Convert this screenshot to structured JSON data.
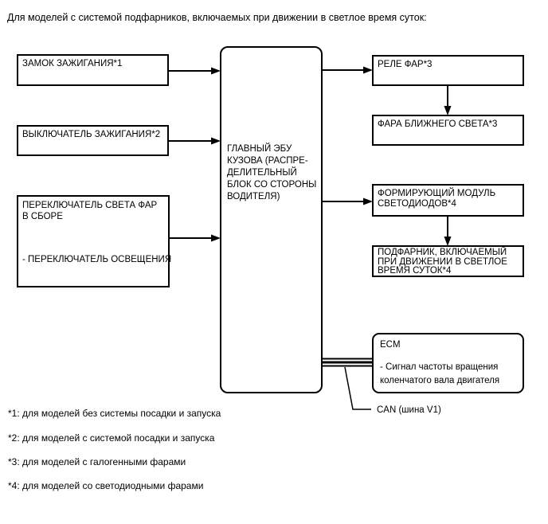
{
  "page": {
    "title": "Для моделей с системой подфарников, включаемых при движении в светлое время суток:"
  },
  "colors": {
    "line": "#000000",
    "background": "#ffffff",
    "text": "#000000"
  },
  "diagram": {
    "left_boxes": [
      {
        "label": "ЗАМОК ЗАЖИГАНИЯ*1"
      },
      {
        "label": "ВЫКЛЮЧАТЕЛЬ ЗАЖИГАНИЯ*2"
      },
      {
        "label": "ПЕРЕКЛЮЧАТЕЛЬ СВЕТА ФАР\nВ СБОРЕ",
        "sublabel": "- ПЕРЕКЛЮЧАТЕЛЬ ОСВЕЩЕНИЯ"
      }
    ],
    "center_box": {
      "label": "ГЛАВНЫЙ ЭБУ\nКУЗОВА (РАСПРЕ-\nДЕЛИТЕЛЬНЫЙ\nБЛОК СО СТОРОНЫ\nВОДИТЕЛЯ)"
    },
    "right_boxes": [
      {
        "label": "РЕЛЕ ФАР*3"
      },
      {
        "label": "ФАРА БЛИЖНЕГО СВЕТА*3"
      },
      {
        "label": "ФОРМИРУЮЩИЙ МОДУЛЬ\nСВЕТОДИОДОВ*4"
      },
      {
        "label": "ПОДФАРНИК, ВКЛЮЧАЕМЫЙ\nПРИ ДВИЖЕНИИ В СВЕТЛОЕ\nВРЕМЯ СУТОК*4"
      }
    ],
    "ecm_box": {
      "title": "ECM",
      "description": "- Сигнал частоты вращения\nколенчатого вала двигателя"
    },
    "can_label": "CAN (шина V1)"
  },
  "footnotes": [
    "*1: для моделей без системы посадки и запуска",
    "*2: для моделей с системой посадки и запуска",
    "*3: для моделей с галогенными фарами",
    "*4: для моделей со светодиодными фарами"
  ]
}
